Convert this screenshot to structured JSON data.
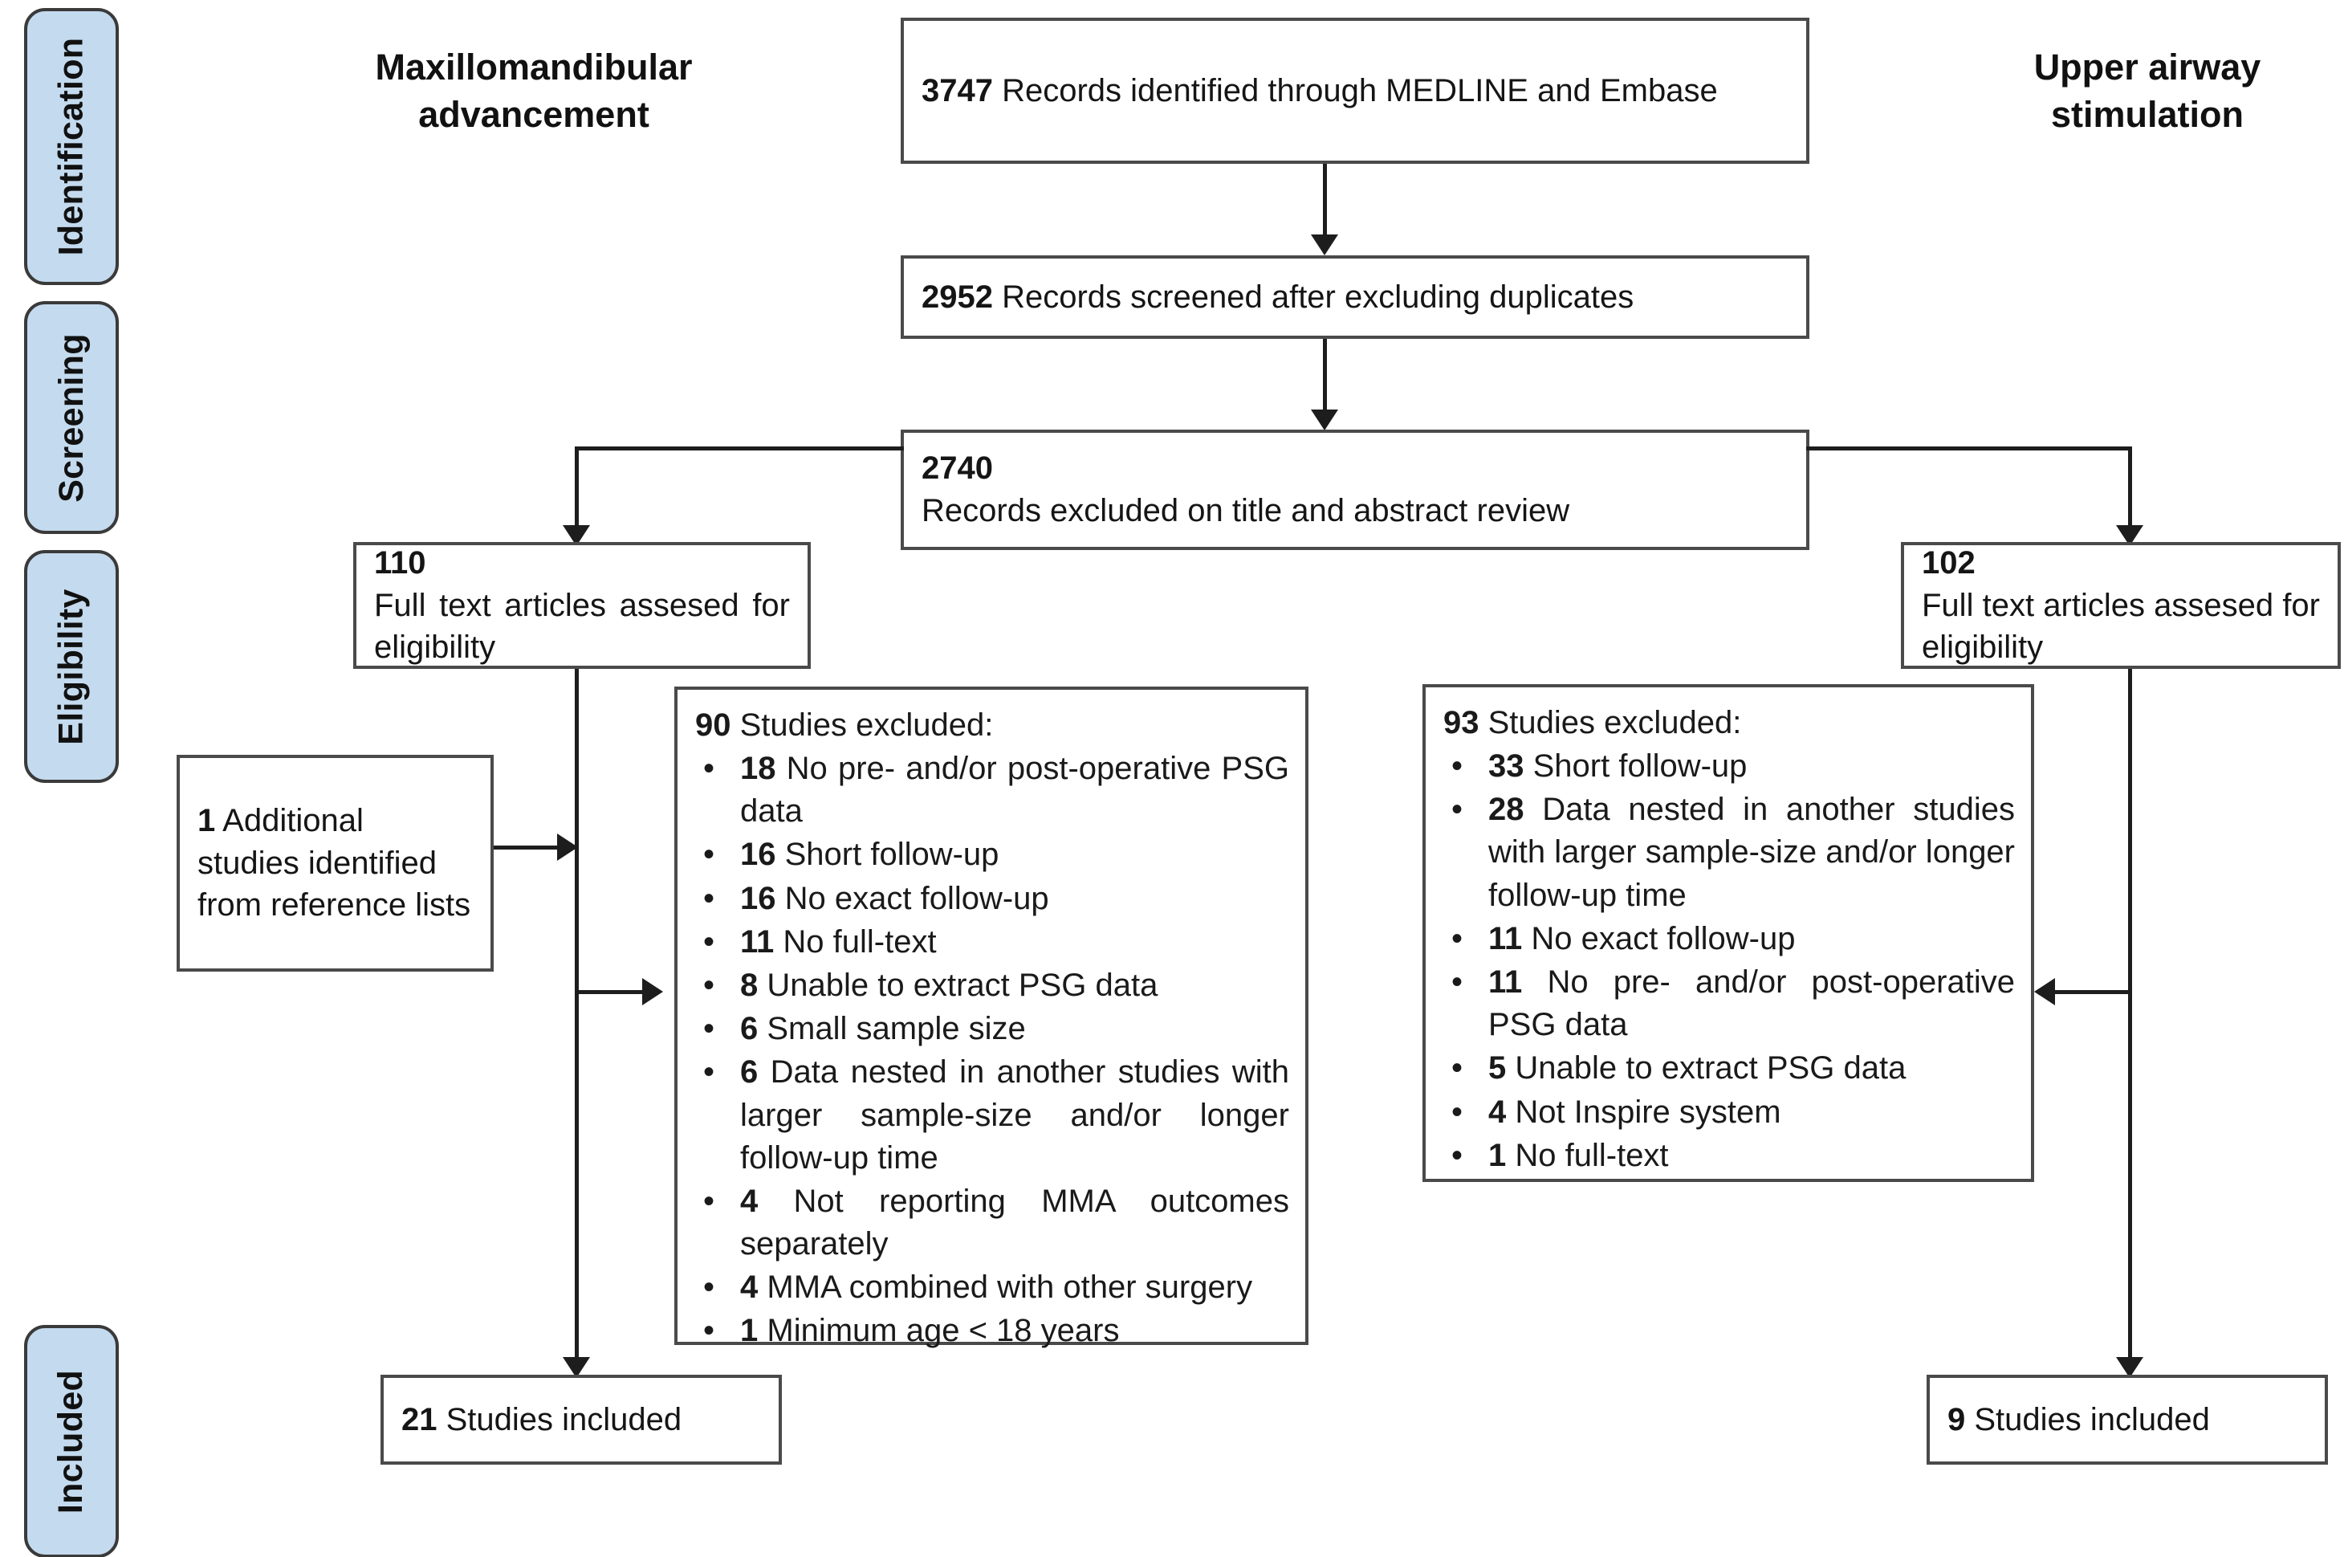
{
  "diagram": {
    "type": "prisma-flow-diagram",
    "accent_color": "#c4daee",
    "border_color": "#4a4a4a",
    "line_color": "#1d1d1d"
  },
  "stages": [
    {
      "label": "Identification"
    },
    {
      "label": "Screening"
    },
    {
      "label": "Eligibility"
    },
    {
      "label": "Included"
    }
  ],
  "headings": {
    "left": "Maxillomandibular advancement",
    "right": "Upper airway stimulation"
  },
  "boxes": {
    "identified": {
      "count": "3747",
      "text": "Records identified through MEDLINE and Embase"
    },
    "screened": {
      "count": "2952",
      "text": "Records screened after excluding duplicates"
    },
    "excluded_title_abstract": {
      "count": "2740",
      "text": "Records excluded on title and abstract review"
    },
    "left_fulltext": {
      "count": "110",
      "text": "Full text articles assesed for eligibility"
    },
    "right_fulltext": {
      "count": "102",
      "text": "Full text articles assesed for eligibility"
    },
    "additional": {
      "count": "1",
      "text": "Additional studies identified from reference lists"
    },
    "left_included": {
      "count": "21",
      "text": "Studies included"
    },
    "right_included": {
      "count": "9",
      "text": "Studies included"
    }
  },
  "left_exclusions": {
    "count": "90",
    "header_text": "Studies excluded:",
    "items": [
      {
        "count": "18",
        "reason": "No pre- and/or post-operative PSG data"
      },
      {
        "count": "16",
        "reason": "Short follow-up"
      },
      {
        "count": "16",
        "reason": "No exact follow-up"
      },
      {
        "count": "11",
        "reason": "No full-text"
      },
      {
        "count": "8",
        "reason": "Unable to extract PSG data"
      },
      {
        "count": "6",
        "reason": "Small sample size"
      },
      {
        "count": "6",
        "reason": "Data nested in another studies with larger sample-size and/or longer follow-up time"
      },
      {
        "count": "4",
        "reason": "Not reporting MMA outcomes separately"
      },
      {
        "count": "4",
        "reason": "MMA combined with other surgery"
      },
      {
        "count": "1",
        "reason": "Minimum age < 18 years"
      }
    ]
  },
  "right_exclusions": {
    "count": "93",
    "header_text": "Studies excluded:",
    "items": [
      {
        "count": "33",
        "reason": "Short follow-up"
      },
      {
        "count": "28",
        "reason": "Data nested in another studies with larger sample-size and/or longer follow-up time"
      },
      {
        "count": "11",
        "reason": "No exact follow-up"
      },
      {
        "count": "11",
        "reason": "No pre- and/or post-operative PSG data"
      },
      {
        "count": "5",
        "reason": "Unable to extract PSG data"
      },
      {
        "count": "4",
        "reason": "Not Inspire system"
      },
      {
        "count": "1",
        "reason": "No full-text"
      }
    ]
  },
  "bullet_glyph": "•"
}
